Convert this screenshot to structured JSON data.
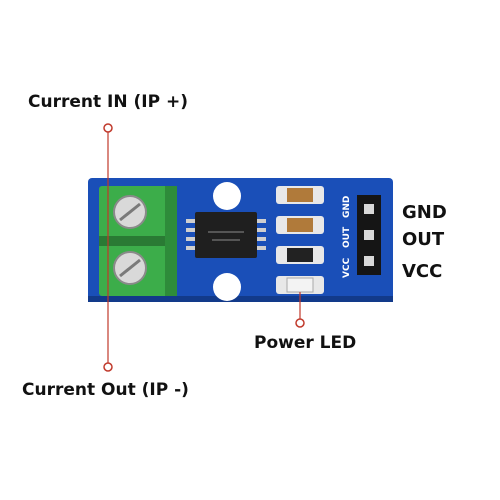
{
  "labels": {
    "current_in": "Current IN (IP +)",
    "current_out": "Current Out (IP -)",
    "power_led": "Power LED",
    "gnd": "GND",
    "out": "OUT",
    "vcc": "VCC"
  },
  "silkscreen": {
    "pin_gnd": "GND",
    "pin_out": "OUT",
    "pin_vcc": "VCC"
  },
  "colors": {
    "pcb": "#1a4fb8",
    "terminal": "#3cad4a",
    "leader": "#c0392b"
  }
}
